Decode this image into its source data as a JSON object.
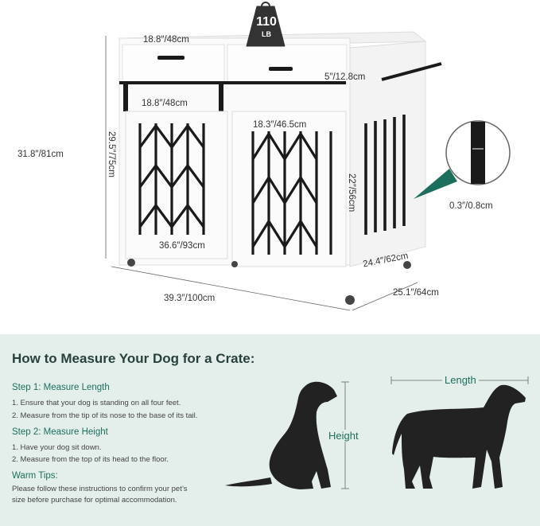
{
  "weight": {
    "value": "110",
    "unit": "LB"
  },
  "dimensions": {
    "drawer_width": "18.8″/48cm",
    "drawer_height": "5″/12.8cm",
    "left_door_width": "18.8″/48cm",
    "right_door_width": "18.3″/46.5cm",
    "inner_height": "29.5″/75cm",
    "overall_height": "31.8″/81cm",
    "right_inner_height": "22″/56cm",
    "inner_width": "36.6″/93cm",
    "inner_depth": "24.4″/62cm",
    "overall_width": "39.3″/100cm",
    "overall_depth": "25.1″/64cm",
    "bar_diameter": "0.3″/0.8cm"
  },
  "guide": {
    "title": "How to Measure Your Dog for a Crate:",
    "step1_heading": "Step 1: Measure Length",
    "step1_items": [
      "1. Ensure that your dog is standing on all four feet.",
      "2. Measure from the tip of its nose to the base of its tail."
    ],
    "step2_heading": "Step 2: Measure Height",
    "step2_items": [
      "1. Have your dog sit down.",
      "2. Measure from the top of its head to the floor."
    ],
    "tips_heading": "Warm Tips:",
    "tips_lines": [
      "Please follow these instructions to confirm your pet’s",
      "size before purchase for optimal accommodation."
    ],
    "height_label": "Height",
    "length_label": "Length"
  },
  "colors": {
    "accent": "#1d6f5d",
    "panel_bg": "#e4efec",
    "metal": "#1a1a1a"
  }
}
